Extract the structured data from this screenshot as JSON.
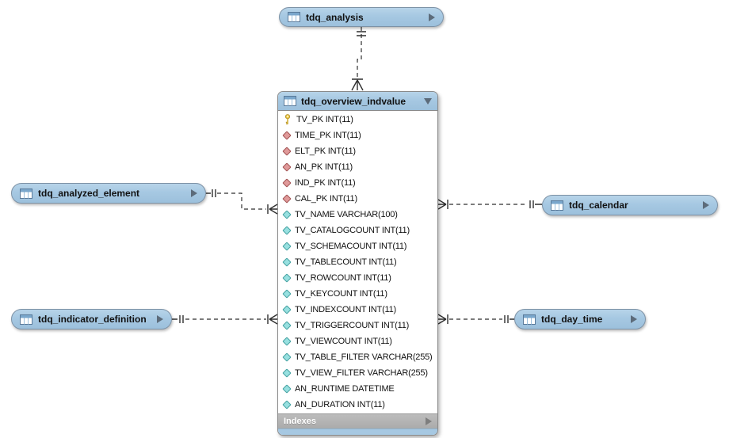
{
  "colors": {
    "node_fill": "#a6c8e2",
    "node_border": "#7d92a6",
    "indexes_bg": "#b1b1b1",
    "connector_line": "#2f2f2f",
    "primary_key_icon": "#f2cf4a",
    "foreign_key_icon": "#e09a9a",
    "column_icon": "#98e0e0"
  },
  "collapsed_tables": [
    {
      "id": "tdq_analysis",
      "label": "tdq_analysis"
    },
    {
      "id": "tdq_analyzed_element",
      "label": "tdq_analyzed_element"
    },
    {
      "id": "tdq_indicator_definition",
      "label": "tdq_indicator_definition"
    },
    {
      "id": "tdq_calendar",
      "label": "tdq_calendar"
    },
    {
      "id": "tdq_day_time",
      "label": "tdq_day_time"
    }
  ],
  "main_table": {
    "title": "tdq_overview_indvalue",
    "footer_label": "Indexes",
    "columns": [
      {
        "name": "TV_PK",
        "type": "INT(11)",
        "icon": "primary-key"
      },
      {
        "name": "TIME_PK",
        "type": "INT(11)",
        "icon": "foreign-key"
      },
      {
        "name": "ELT_PK",
        "type": "INT(11)",
        "icon": "foreign-key"
      },
      {
        "name": "AN_PK",
        "type": "INT(11)",
        "icon": "foreign-key"
      },
      {
        "name": "IND_PK",
        "type": "INT(11)",
        "icon": "foreign-key"
      },
      {
        "name": "CAL_PK",
        "type": "INT(11)",
        "icon": "foreign-key"
      },
      {
        "name": "TV_NAME",
        "type": "VARCHAR(100)",
        "icon": "column"
      },
      {
        "name": "TV_CATALOGCOUNT",
        "type": "INT(11)",
        "icon": "column"
      },
      {
        "name": "TV_SCHEMACOUNT",
        "type": "INT(11)",
        "icon": "column"
      },
      {
        "name": "TV_TABLECOUNT",
        "type": "INT(11)",
        "icon": "column"
      },
      {
        "name": "TV_ROWCOUNT",
        "type": "INT(11)",
        "icon": "column"
      },
      {
        "name": "TV_KEYCOUNT",
        "type": "INT(11)",
        "icon": "column"
      },
      {
        "name": "TV_INDEXCOUNT",
        "type": "INT(11)",
        "icon": "column"
      },
      {
        "name": "TV_TRIGGERCOUNT",
        "type": "INT(11)",
        "icon": "column"
      },
      {
        "name": "TV_VIEWCOUNT",
        "type": "INT(11)",
        "icon": "column"
      },
      {
        "name": "TV_TABLE_FILTER",
        "type": "VARCHAR(255)",
        "icon": "column"
      },
      {
        "name": "TV_VIEW_FILTER",
        "type": "VARCHAR(255)",
        "icon": "column"
      },
      {
        "name": "AN_RUNTIME",
        "type": "DATETIME",
        "icon": "column"
      },
      {
        "name": "AN_DURATION",
        "type": "INT(11)",
        "icon": "column"
      }
    ]
  },
  "relationships": [
    {
      "from": "tdq_analysis",
      "to": "tdq_overview_indvalue",
      "from_cardinality": "one",
      "to_cardinality": "many",
      "style": "dashed"
    },
    {
      "from": "tdq_analyzed_element",
      "to": "tdq_overview_indvalue",
      "from_cardinality": "one",
      "to_cardinality": "many",
      "style": "dashed"
    },
    {
      "from": "tdq_indicator_definition",
      "to": "tdq_overview_indvalue",
      "from_cardinality": "one",
      "to_cardinality": "many",
      "style": "dashed"
    },
    {
      "from": "tdq_calendar",
      "to": "tdq_overview_indvalue",
      "from_cardinality": "one",
      "to_cardinality": "many",
      "style": "dashed"
    },
    {
      "from": "tdq_day_time",
      "to": "tdq_overview_indvalue",
      "from_cardinality": "one",
      "to_cardinality": "many",
      "style": "dashed"
    }
  ]
}
